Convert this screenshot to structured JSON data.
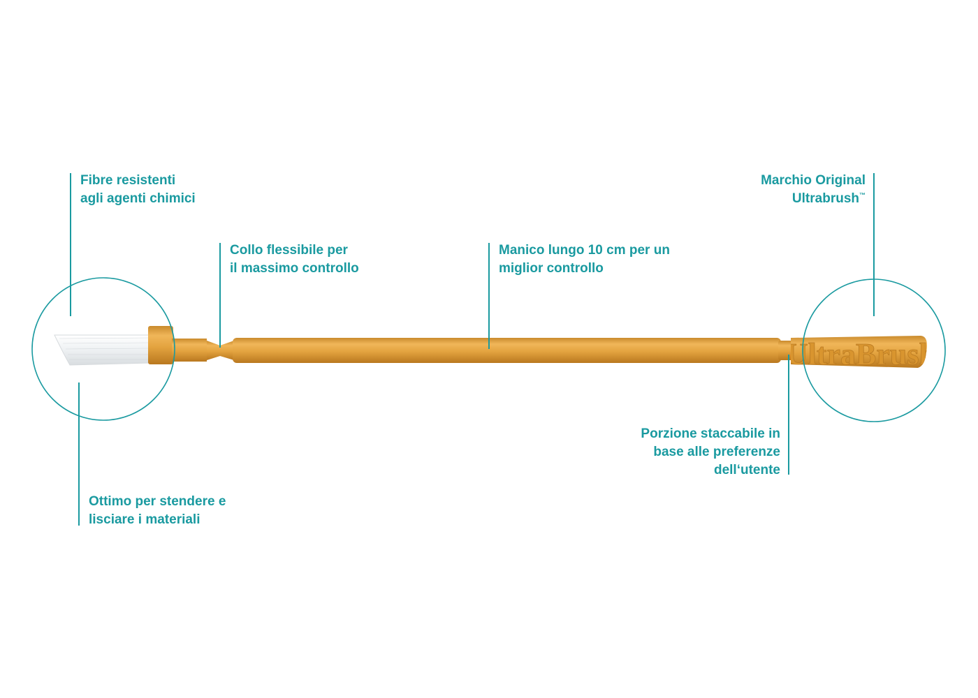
{
  "colors": {
    "accent": "#1a9aa0",
    "brush_gold": "#e3a33f",
    "bristles": "#f4f6f7"
  },
  "product": {
    "engraving": "UltraBrush"
  },
  "callouts": {
    "fibers": {
      "line1": "Fibre resistenti",
      "line2": "agli agenti chimici"
    },
    "neck": {
      "line1": "Collo flessibile per",
      "line2": "il massimo controllo"
    },
    "handle": {
      "line1": "Manico lungo 10 cm per un",
      "line2": "miglior controllo"
    },
    "brand": {
      "line1": "Marchio Original",
      "line2": "Ultrabrush",
      "trademark": "™"
    },
    "spreading": {
      "line1": "Ottimo per stendere e",
      "line2": "lisciare i materiali"
    },
    "breakaway": {
      "line1": "Porzione staccabile in",
      "line2": "base alle preferenze",
      "line3": "dell‘utente"
    }
  }
}
